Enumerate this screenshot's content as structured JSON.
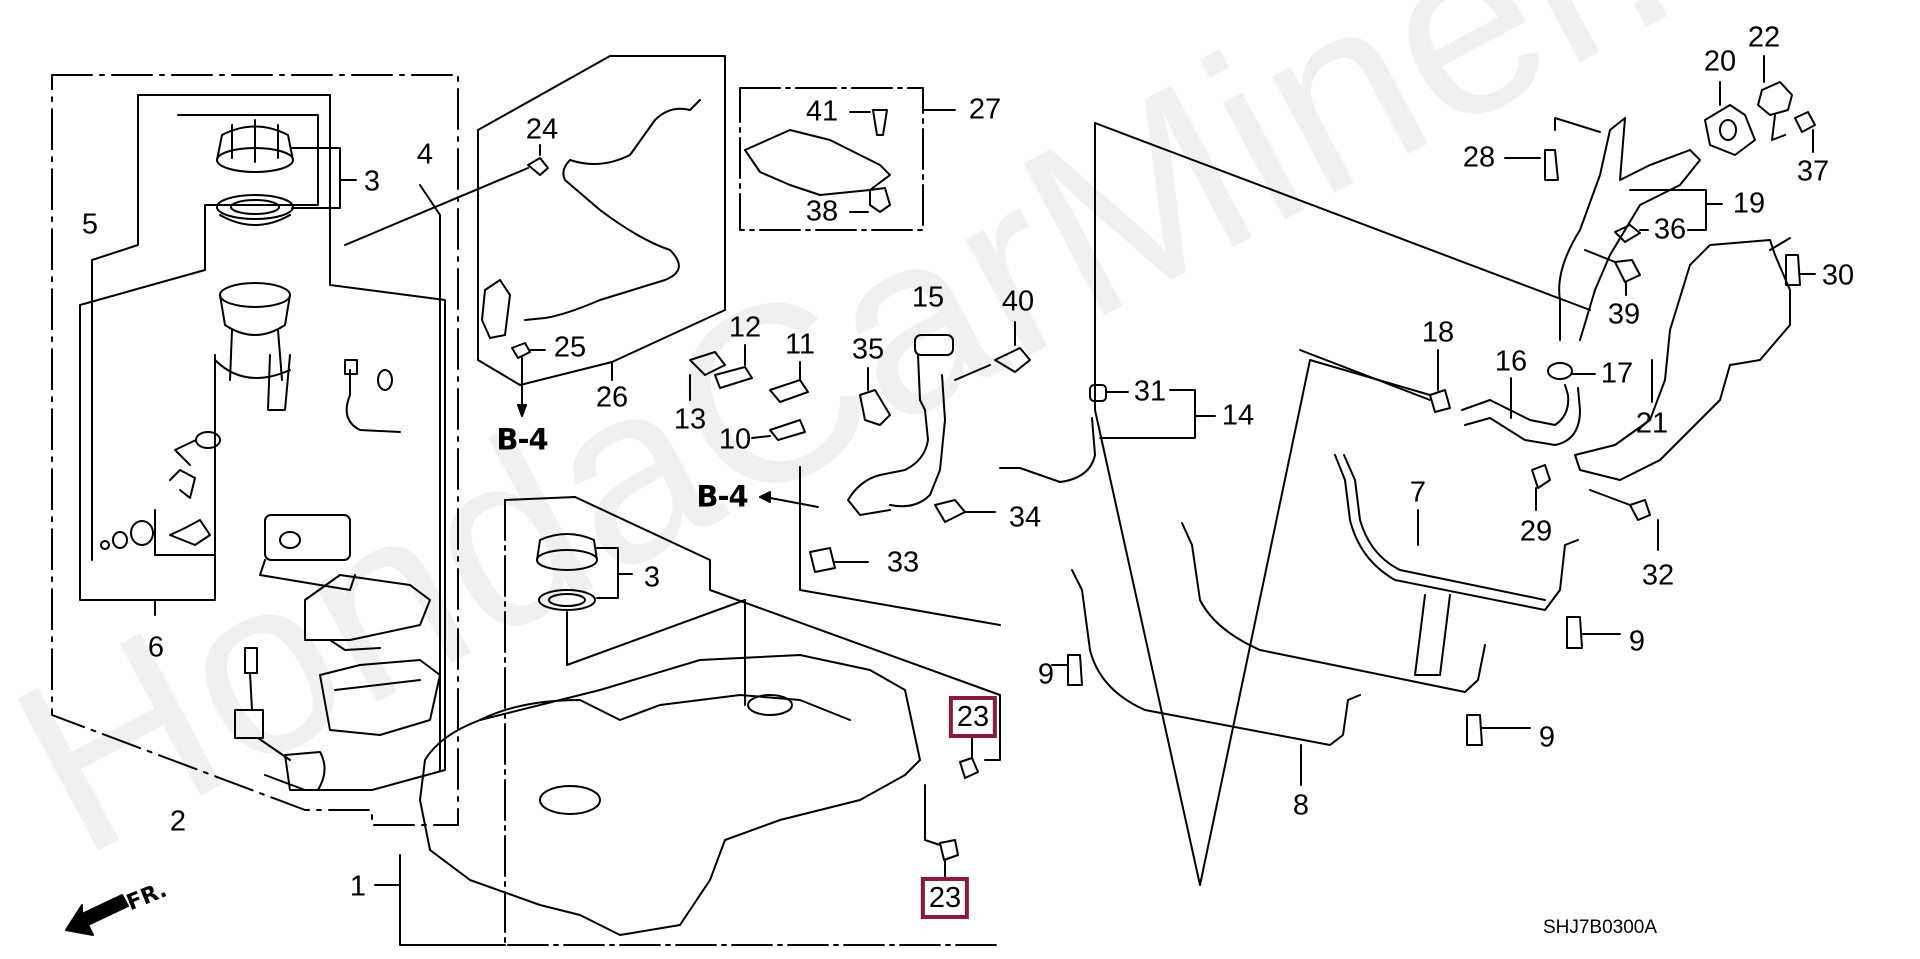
{
  "diagram": {
    "title": "Fuel Tank Assembly",
    "diagram_code": "SHJ7B0300A",
    "watermark": "HondaCarMiner.ru",
    "direction_label": "FR.",
    "accent_color": "#8b1a3a",
    "reference_labels": [
      {
        "id": "ref-b4-upper",
        "text": "B-4"
      },
      {
        "id": "ref-b4-middle",
        "text": "B-4"
      }
    ],
    "callouts": [
      {
        "id": "c1",
        "text": "1"
      },
      {
        "id": "c2",
        "text": "2"
      },
      {
        "id": "c3a",
        "text": "3"
      },
      {
        "id": "c3b",
        "text": "3"
      },
      {
        "id": "c4",
        "text": "4"
      },
      {
        "id": "c5",
        "text": "5"
      },
      {
        "id": "c6",
        "text": "6"
      },
      {
        "id": "c7",
        "text": "7"
      },
      {
        "id": "c8",
        "text": "8"
      },
      {
        "id": "c9a",
        "text": "9"
      },
      {
        "id": "c9b",
        "text": "9"
      },
      {
        "id": "c9c",
        "text": "9"
      },
      {
        "id": "c10",
        "text": "10"
      },
      {
        "id": "c11",
        "text": "11"
      },
      {
        "id": "c12",
        "text": "12"
      },
      {
        "id": "c13",
        "text": "13"
      },
      {
        "id": "c14",
        "text": "14"
      },
      {
        "id": "c15",
        "text": "15"
      },
      {
        "id": "c16",
        "text": "16"
      },
      {
        "id": "c17",
        "text": "17"
      },
      {
        "id": "c18",
        "text": "18"
      },
      {
        "id": "c19",
        "text": "19"
      },
      {
        "id": "c20",
        "text": "20"
      },
      {
        "id": "c21",
        "text": "21"
      },
      {
        "id": "c22",
        "text": "22"
      },
      {
        "id": "c24",
        "text": "24"
      },
      {
        "id": "c25",
        "text": "25"
      },
      {
        "id": "c26",
        "text": "26"
      },
      {
        "id": "c27",
        "text": "27"
      },
      {
        "id": "c28",
        "text": "28"
      },
      {
        "id": "c29",
        "text": "29"
      },
      {
        "id": "c30",
        "text": "30"
      },
      {
        "id": "c31",
        "text": "31"
      },
      {
        "id": "c32",
        "text": "32"
      },
      {
        "id": "c33",
        "text": "33"
      },
      {
        "id": "c34",
        "text": "34"
      },
      {
        "id": "c35",
        "text": "35"
      },
      {
        "id": "c36",
        "text": "36"
      },
      {
        "id": "c37",
        "text": "37"
      },
      {
        "id": "c38",
        "text": "38"
      },
      {
        "id": "c39",
        "text": "39"
      },
      {
        "id": "c40",
        "text": "40"
      },
      {
        "id": "c41",
        "text": "41"
      }
    ],
    "highlighted_callouts": [
      {
        "id": "h23a",
        "text": "23"
      },
      {
        "id": "h23b",
        "text": "23"
      }
    ]
  }
}
